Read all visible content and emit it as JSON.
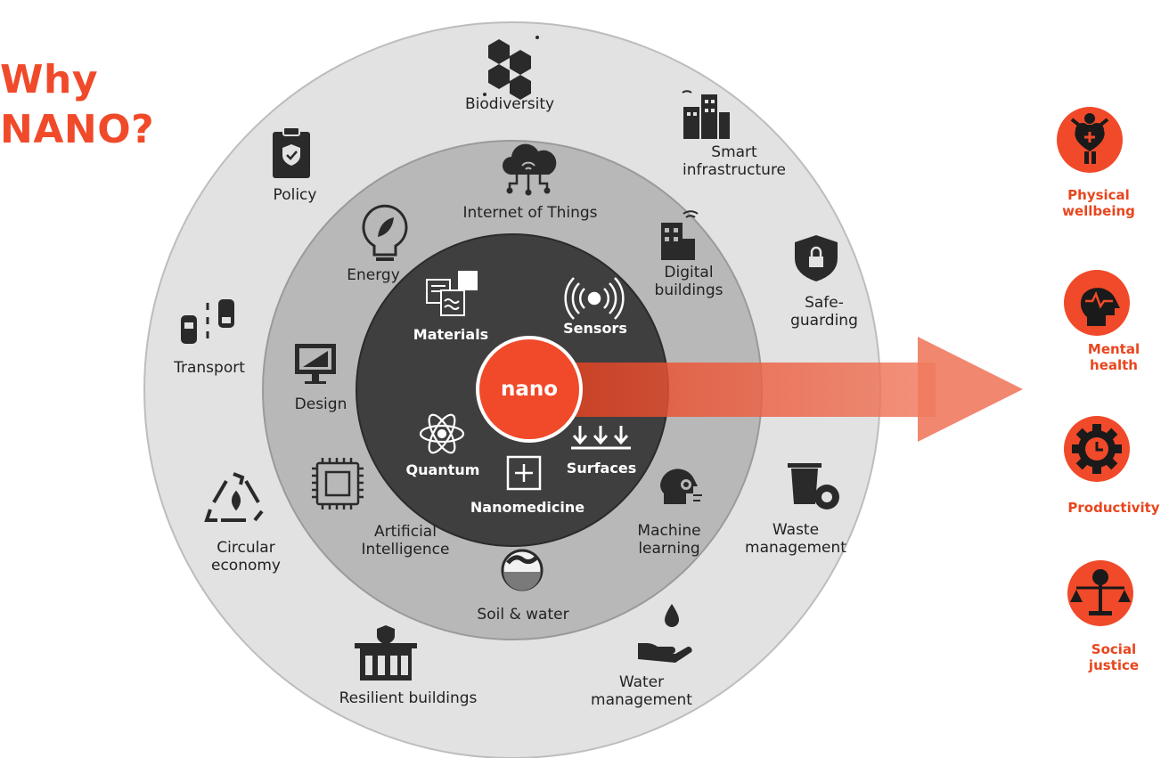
{
  "title": {
    "line1": "Why",
    "line2": "NANO?"
  },
  "center": {
    "label": "nano"
  },
  "core_items": [
    {
      "key": "materials",
      "label": "Materials",
      "icon": "materials-icon"
    },
    {
      "key": "sensors",
      "label": "Sensors",
      "icon": "sensor-waves-icon"
    },
    {
      "key": "quantum",
      "label": "Quantum",
      "icon": "atom-icon"
    },
    {
      "key": "nanomedicine",
      "label": "Nanomedicine",
      "icon": "medical-cross-icon"
    },
    {
      "key": "surfaces",
      "label": "Surfaces",
      "icon": "down-arrows-icon"
    }
  ],
  "middle_ring": [
    {
      "key": "iot",
      "label": "Internet of Things",
      "icon": "cloud-network-icon"
    },
    {
      "key": "digital-buildings",
      "label": "Digital\nbuildings",
      "icon": "smart-building-icon"
    },
    {
      "key": "machine-learning",
      "label": "Machine\nlearning",
      "icon": "robot-head-icon"
    },
    {
      "key": "soil-water",
      "label": "Soil & water",
      "icon": "soil-icon"
    },
    {
      "key": "ai",
      "label": "Artificial\nIntelligence",
      "icon": "ai-chip-icon"
    },
    {
      "key": "design",
      "label": "Design",
      "icon": "monitor-design-icon"
    },
    {
      "key": "energy",
      "label": "Energy",
      "icon": "lightbulb-leaf-icon"
    }
  ],
  "outer_ring": [
    {
      "key": "biodiversity",
      "label": "Biodiversity",
      "icon": "hexagon-species-icon"
    },
    {
      "key": "smart-infrastructure",
      "label": "Smart\ninfrastructure",
      "icon": "city-icon"
    },
    {
      "key": "safeguarding",
      "label": "Safe-\nguarding",
      "icon": "shield-lock-icon"
    },
    {
      "key": "waste-management",
      "label": "Waste\nmanagement",
      "icon": "bin-gear-icon"
    },
    {
      "key": "water-management",
      "label": "Water\nmanagement",
      "icon": "hand-drop-icon"
    },
    {
      "key": "resilient-buildings",
      "label": "Resilient buildings",
      "icon": "building-shield-icon"
    },
    {
      "key": "circular-economy",
      "label": "Circular\neconomy",
      "icon": "recycle-icon"
    },
    {
      "key": "transport",
      "label": "Transport",
      "icon": "cars-icon"
    },
    {
      "key": "policy",
      "label": "Policy",
      "icon": "clipboard-shield-icon"
    }
  ],
  "outcomes": [
    {
      "key": "physical-wellbeing",
      "label": "Physical\nwellbeing",
      "icon": "heart-person-icon"
    },
    {
      "key": "mental-health",
      "label": "Mental health",
      "icon": "head-pulse-icon"
    },
    {
      "key": "productivity",
      "label": "Productivity",
      "icon": "gear-clock-icon"
    },
    {
      "key": "social-justice",
      "label": "Social justice",
      "icon": "scales-globe-icon"
    }
  ],
  "colors": {
    "accent": "#f04a2a",
    "outer_ring": "#e2e2e2",
    "middle_ring": "#b8b8b8",
    "core": "#3f3f3f",
    "icon_dark": "#2a2a2a"
  }
}
